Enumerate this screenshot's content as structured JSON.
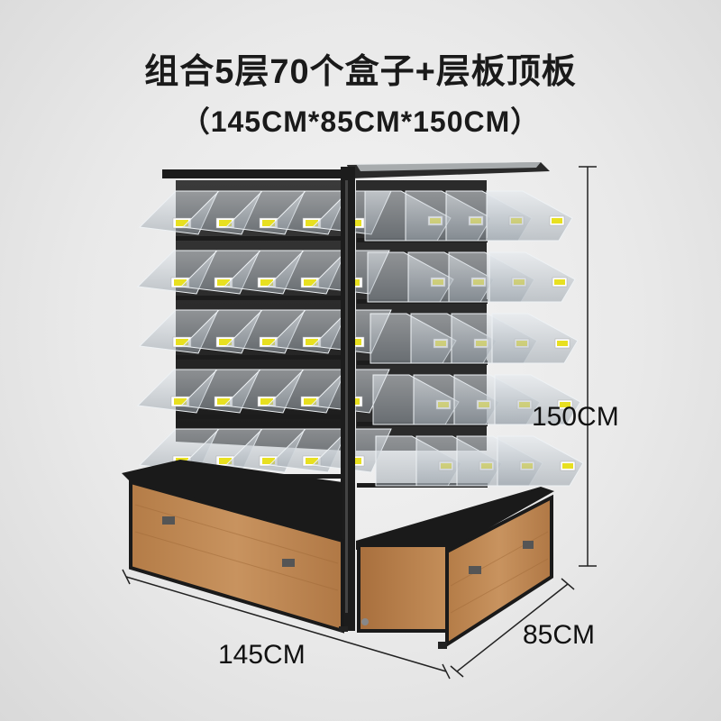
{
  "title": "组合5层70个盒子+层板顶板",
  "subtitle": "（145CM*85CM*150CM）",
  "dimensions": {
    "height": "150CM",
    "width": "145CM",
    "depth": "85CM"
  },
  "product": {
    "tiers": 5,
    "boxes": 70
  },
  "colors": {
    "frame": "#1c1c1c",
    "wood": "#c08a55",
    "label": "#e8e020",
    "bin": "#cfd6dc"
  }
}
